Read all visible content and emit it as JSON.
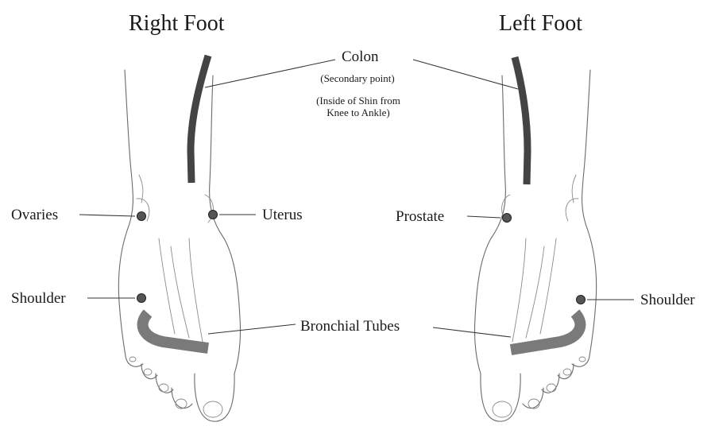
{
  "titles": {
    "right_foot": "Right Foot",
    "left_foot": "Left Foot"
  },
  "labels": {
    "colon": "Colon",
    "colon_secondary": "(Secondary point)",
    "colon_location_line1": "(Inside of Shin from",
    "colon_location_line2": "Knee to Ankle)",
    "ovaries": "Ovaries",
    "uterus": "Uterus",
    "prostate": "Prostate",
    "shoulder_right": "Shoulder",
    "shoulder_left": "Shoulder",
    "bronchial_tubes": "Bronchial Tubes"
  },
  "colors": {
    "colon_band": "#444444",
    "bronchial_band": "#7a7a7a",
    "point_fill": "#555555",
    "outline": "#6b6b6b"
  }
}
